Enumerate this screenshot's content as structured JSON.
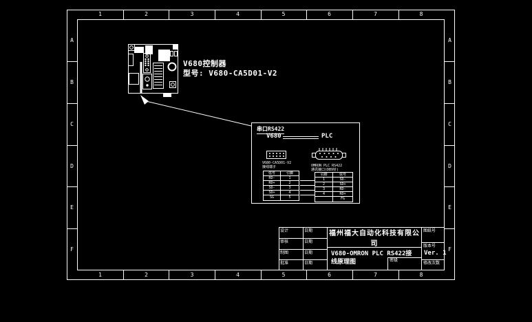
{
  "colors": {
    "background": "#000000",
    "line": "#ffffff"
  },
  "frame": {
    "top_numbers": [
      "1",
      "2",
      "3",
      "4",
      "5",
      "6",
      "7",
      "8"
    ],
    "bottom_numbers": [
      "1",
      "2",
      "3",
      "4",
      "5",
      "6",
      "7",
      "8"
    ],
    "left_letters": [
      "A",
      "B",
      "C",
      "D",
      "E",
      "F"
    ],
    "right_letters": [
      "A",
      "B",
      "C",
      "D",
      "E",
      "F"
    ]
  },
  "component": {
    "name_label": "V680控制器",
    "model_label": "型号: V680-CA5D01-V2"
  },
  "detail": {
    "port_label": "串口RS422",
    "left_device": "V680",
    "right_device": "PLC",
    "left_connector_caption1": "V680-CA5D01-V2",
    "left_connector_caption2": "接线端子",
    "right_connector_caption1": "OMRON PLC RS422",
    "right_connector_caption2": "通讯接口(DB9针)",
    "left_table": {
      "headers": [
        "信号",
        "引脚"
      ],
      "rows": [
        [
          "RD-",
          "1"
        ],
        [
          "RD+",
          "2"
        ],
        [
          "SD-",
          "3"
        ],
        [
          "SD+",
          "4"
        ],
        [
          "SG",
          "5"
        ]
      ]
    },
    "right_table": {
      "headers": [
        "引脚",
        "信号"
      ],
      "rows": [
        [
          "1",
          "SD-"
        ],
        [
          "2",
          "SD+"
        ],
        [
          "3",
          "RD-"
        ],
        [
          "4",
          "RD+"
        ],
        [
          "",
          "FG"
        ]
      ]
    }
  },
  "title_block": {
    "company": "福州福大自动化科技有限公司",
    "drawing_title": "V680-OMRON PLC  RS422接线原理图",
    "secrecy_label": "密级",
    "drawing_no_label": "图纸号",
    "version_label": "版本号",
    "version_value": "Ver. 1",
    "revision_label": "修改次数",
    "sign_rows": [
      {
        "left": "设计",
        "right": "日期"
      },
      {
        "left": "审核",
        "right": "日期"
      },
      {
        "left": "制图",
        "right": "日期"
      },
      {
        "left": "批准",
        "right": "日期"
      }
    ]
  }
}
